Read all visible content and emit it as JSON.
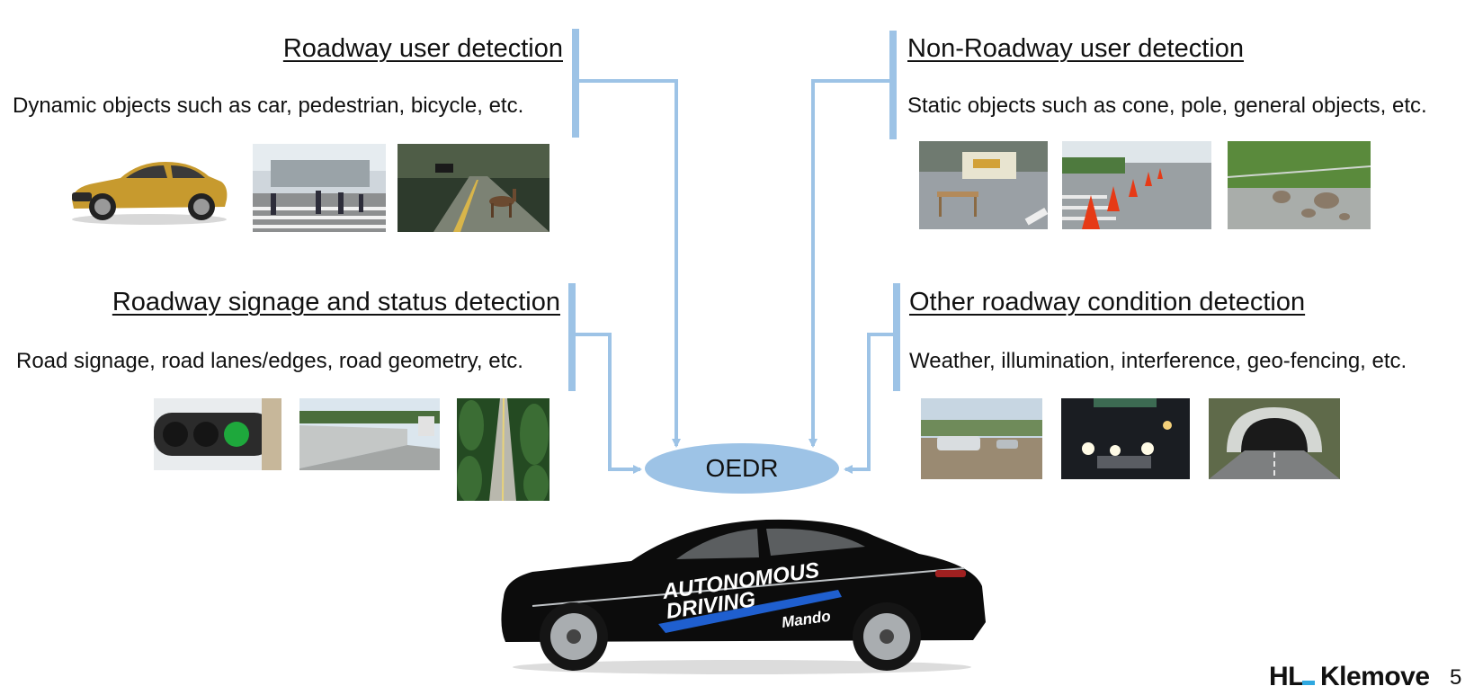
{
  "diagram": {
    "center_label": "OEDR",
    "sections": [
      {
        "heading": "Roadway user detection",
        "description": "Dynamic objects such as car, pedestrian, bicycle, etc."
      },
      {
        "heading": "Non-Roadway user detection",
        "description": "Static objects such as cone, pole, general objects, etc."
      },
      {
        "heading": "Roadway signage and status detection",
        "description": "Road signage, road lanes/edges, road geometry, etc."
      },
      {
        "heading": "Other roadway condition detection",
        "description": "Weather, illumination, interference, geo-fencing, etc."
      }
    ],
    "car_decal": {
      "line1": "AUTONOMOUS",
      "line2": "DRIVING",
      "brand": "Mando"
    }
  },
  "footer": {
    "logo_left": "HL",
    "logo_right": "Klemove",
    "page_number": "5"
  },
  "colors": {
    "connector": "#9dc3e6",
    "oedr_fill": "#9dc3e6"
  }
}
